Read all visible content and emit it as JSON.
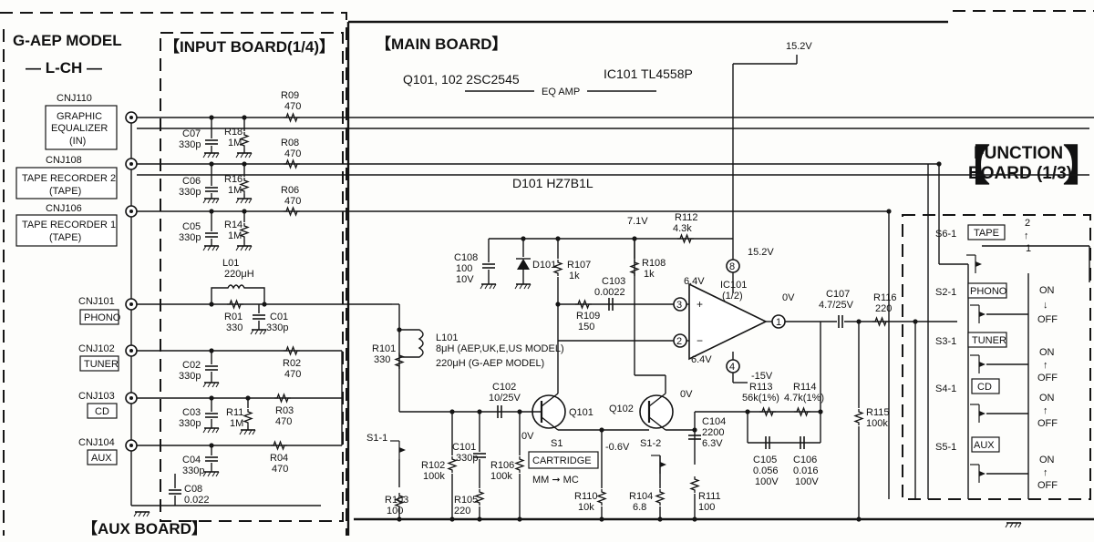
{
  "boards": {
    "model": "G-AEP MODEL",
    "channel": "— L-CH —",
    "input": "【INPUT BOARD(1/4)】",
    "main": "【MAIN BOARD】",
    "function_line1": "FUNCTION",
    "function_line2": "BOARD (1/3)",
    "aux": "【AUX BOARD】"
  },
  "parts_header": {
    "transistors": "Q101, 102  2SC2545",
    "eq_amp": "EQ AMP",
    "ic": "IC101  TL4558P",
    "diode": "D101  HZ7B1L"
  },
  "inputs": [
    {
      "connector": "CNJ110",
      "l1": "GRAPHIC",
      "l2": "EQUALIZER",
      "l3": "(IN)"
    },
    {
      "connector": "CNJ108",
      "l1": "TAPE RECORDER 2",
      "l2": "(TAPE)"
    },
    {
      "connector": "CNJ106",
      "l1": "TAPE RECORDER 1",
      "l2": "(TAPE)"
    },
    {
      "connector": "CNJ101",
      "l1": "PHONO"
    },
    {
      "connector": "CNJ102",
      "l1": "TUNER"
    },
    {
      "connector": "CNJ103",
      "l1": "CD"
    },
    {
      "connector": "CNJ104",
      "l1": "AUX"
    }
  ],
  "components": {
    "r09": [
      "R09",
      "470"
    ],
    "r08": [
      "R08",
      "470"
    ],
    "r06": [
      "R06",
      "470"
    ],
    "c07": [
      "C07",
      "330p"
    ],
    "r18": [
      "R18",
      "1M"
    ],
    "c06": [
      "C06",
      "330p"
    ],
    "r16": [
      "R16",
      "1M"
    ],
    "c05": [
      "C05",
      "330p"
    ],
    "r14": [
      "R14",
      "1M"
    ],
    "l01": [
      "L01",
      "220μH"
    ],
    "r01": [
      "R01",
      "330"
    ],
    "c01": [
      "C01",
      "330p"
    ],
    "c02": [
      "C02",
      "330p"
    ],
    "r02": [
      "R02",
      "470"
    ],
    "c03": [
      "C03",
      "330p"
    ],
    "r11": [
      "R11",
      "1M"
    ],
    "r03": [
      "R03",
      "470"
    ],
    "c04": [
      "C04",
      "330p"
    ],
    "r04": [
      "R04",
      "470"
    ],
    "c08": [
      "C08",
      "0.022"
    ],
    "c108": [
      "C108",
      "100",
      "10V"
    ],
    "d101": [
      "D101"
    ],
    "r107": [
      "R107",
      "1k"
    ],
    "r108": [
      "R108",
      "1k"
    ],
    "r112": [
      "R112",
      "4.3k"
    ],
    "c103": [
      "C103",
      "0.0022"
    ],
    "r109": [
      "R109",
      "150"
    ],
    "l101": [
      "L101",
      "8μH (AEP,UK,E,US MODEL)",
      "220μH (G-AEP MODEL)"
    ],
    "r101": [
      "R101",
      "330"
    ],
    "c102": [
      "C102",
      "10/25V"
    ],
    "q101": [
      "Q101"
    ],
    "q102": [
      "Q102"
    ],
    "c101": [
      "C101",
      "330p"
    ],
    "r102": [
      "R102",
      "100k"
    ],
    "r106": [
      "R106",
      "100k"
    ],
    "r103": [
      "R103",
      "100"
    ],
    "r105": [
      "R105",
      "220"
    ],
    "r110": [
      "R110",
      "10k"
    ],
    "r104": [
      "R104",
      "6.8"
    ],
    "r111": [
      "R111",
      "100"
    ],
    "c104": [
      "C104",
      "2200",
      "6.3V"
    ],
    "ic101": [
      "IC101",
      "(1/2)"
    ],
    "r113": [
      "R113",
      "56k(1%)"
    ],
    "r114": [
      "R114",
      "4.7k(1%)"
    ],
    "c105": [
      "C105",
      "0.056",
      "100V"
    ],
    "c106": [
      "C106",
      "0.016",
      "100V"
    ],
    "c107": [
      "C107",
      "4.7/25V"
    ],
    "r116": [
      "R116",
      "220"
    ],
    "r115": [
      "R115",
      "100k"
    ]
  },
  "switch": {
    "s1_1": "S1-1",
    "s1_2": "S1-2",
    "s1": "S1",
    "cartridge": "CARTRIDGE",
    "mode": "MM ➞ MC"
  },
  "voltages": {
    "v15_top": "15.2V",
    "v15_pin8": "15.2V",
    "v7_1": "7.1V",
    "v6_4_top": "6.4V",
    "v6_4_bot": "6.4V",
    "v0_out": "0V",
    "v15_neg": "-15V",
    "v0_q102": "0V",
    "v0_q101": "0V",
    "v06": "-0.6V"
  },
  "ic_pins": [
    "8",
    "3",
    "2",
    "1",
    "4"
  ],
  "function_switches": [
    {
      "ref": "S6-1",
      "label": "TAPE",
      "pos_top": "2",
      "pos_bot": "1"
    },
    {
      "ref": "S2-1",
      "label": "PHONO",
      "top": "ON",
      "bot": "OFF"
    },
    {
      "ref": "S3-1",
      "label": "TUNER",
      "top": "ON",
      "bot": "OFF"
    },
    {
      "ref": "S4-1",
      "label": "CD",
      "top": "ON",
      "bot": "OFF"
    },
    {
      "ref": "S5-1",
      "label": "AUX",
      "top": "ON",
      "bot": "OFF"
    }
  ]
}
